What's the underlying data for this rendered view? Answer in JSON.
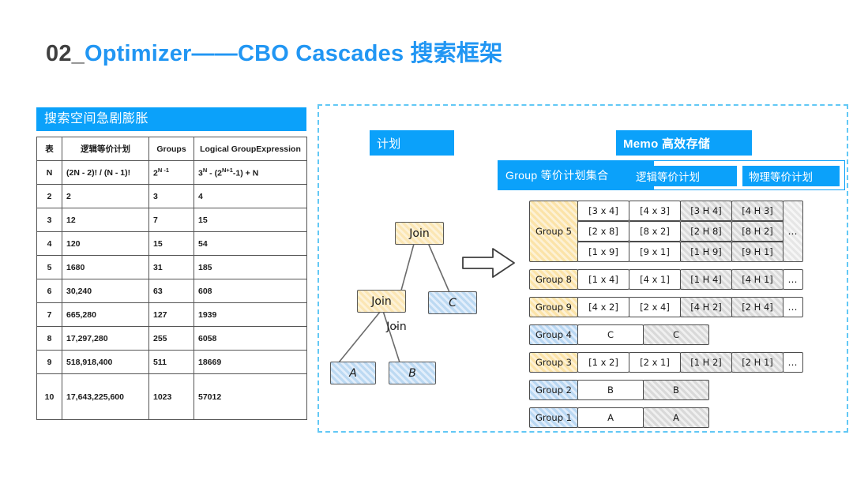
{
  "slide": {
    "title_prefix": "02_",
    "title_main": "Optimizer——CBO  Cascades 搜索框架",
    "accent_color": "#0ba1fa",
    "title_blue": "#2196f3"
  },
  "left": {
    "header": "搜索空间急剧膨胀",
    "table": {
      "columns": [
        "表",
        "逻辑等价计划",
        "Groups",
        "Logical GroupExpression"
      ],
      "rows": [
        {
          "n": "N",
          "plans": "(2N - 2)! / (N - 1)!",
          "groups": "2N-1",
          "expr": "3N - (2N+1-1) + N",
          "groups_base": "2",
          "groups_sup": "N -1",
          "expr_parts": [
            "3",
            "N",
            " - (2",
            "N+1",
            "-1) + N"
          ]
        },
        {
          "n": "2",
          "plans": "2",
          "groups": "3",
          "expr": "4"
        },
        {
          "n": "3",
          "plans": "12",
          "groups": "7",
          "expr": "15"
        },
        {
          "n": "4",
          "plans": "120",
          "groups": "15",
          "expr": "54"
        },
        {
          "n": "5",
          "plans": "1680",
          "groups": "31",
          "expr": "185"
        },
        {
          "n": "6",
          "plans": "30,240",
          "groups": "63",
          "expr": "608"
        },
        {
          "n": "7",
          "plans": "665,280",
          "groups": "127",
          "expr": "1939"
        },
        {
          "n": "8",
          "plans": "17,297,280",
          "groups": "255",
          "expr": "6058"
        },
        {
          "n": "9",
          "plans": "518,918,400",
          "groups": "511",
          "expr": "18669"
        },
        {
          "n": "10",
          "plans": "17,643,225,600",
          "groups": "1023",
          "expr": "57012"
        }
      ]
    }
  },
  "right": {
    "plan_label": "计划",
    "memo_title": "Memo 高效存储",
    "legend": {
      "group_set": "Group 等价计划集合",
      "logical": "逻辑等价计划",
      "physical": "物理等价计划"
    },
    "plan_tree": {
      "nodes": [
        {
          "id": "join-top",
          "label": "Join",
          "kind": "join"
        },
        {
          "id": "join-bottom",
          "label": "Join",
          "kind": "join"
        },
        {
          "id": "rel-c",
          "label": "C",
          "kind": "rel"
        },
        {
          "id": "rel-a",
          "label": "A",
          "kind": "rel"
        },
        {
          "id": "rel-b",
          "label": "B",
          "kind": "rel"
        }
      ]
    },
    "memo_rows": [
      {
        "group": "Group 5",
        "color": "yellow",
        "lines": [
          [
            "[3 x 4]",
            "[4 x 3]",
            "[3 H 4]",
            "[4 H 3]"
          ],
          [
            "[2 x 8]",
            "[8 x 2]",
            "[2 H 8]",
            "[8 H 2]"
          ],
          [
            "[1 x 9]",
            "[9 x 1]",
            "[1 H 9]",
            "[9 H 1]"
          ]
        ],
        "ellipsis": "…"
      },
      {
        "group": "Group 8",
        "color": "yellow",
        "lines": [
          [
            "[1 x 4]",
            "[4 x 1]",
            "[1 H 4]",
            "[4 H 1]"
          ]
        ],
        "ellipsis": "…"
      },
      {
        "group": "Group 9",
        "color": "yellow",
        "lines": [
          [
            "[4 x 2]",
            "[2 x 4]",
            "[4 H 2]",
            "[2 H 4]"
          ]
        ],
        "ellipsis": "…"
      },
      {
        "group": "Group 4",
        "color": "blue",
        "lines": [
          [
            "C",
            "C"
          ]
        ],
        "ellipsis": ""
      },
      {
        "group": "Group 3",
        "color": "yellow",
        "lines": [
          [
            "[1 x 2]",
            "[2 x 1]",
            "[1 H 2]",
            "[2 H 1]"
          ]
        ],
        "ellipsis": "…"
      },
      {
        "group": "Group 2",
        "color": "blue",
        "lines": [
          [
            "B",
            "B"
          ]
        ],
        "ellipsis": ""
      },
      {
        "group": "Group 1",
        "color": "blue",
        "lines": [
          [
            "A",
            "A"
          ]
        ],
        "ellipsis": ""
      }
    ]
  }
}
